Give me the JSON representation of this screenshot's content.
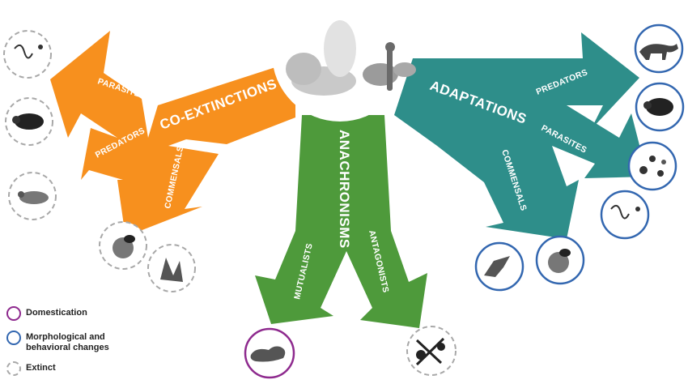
{
  "colors": {
    "orange": "#F7901E",
    "green": "#4E9A3B",
    "teal": "#2E8E8A",
    "domestication": "#8E2A8E",
    "morphological": "#3367B0",
    "extinct": "#A8A8A8"
  },
  "diagram": {
    "left_arrow": {
      "title": "CO-EXTINCTIONS",
      "branches": [
        "PARASITES",
        "PREDATORS",
        "COMMENSALS"
      ]
    },
    "center_arrow": {
      "title": "ANACHRONISMS",
      "branches": [
        "MUTUALISTS",
        "ANTAGONISTS"
      ]
    },
    "right_arrow": {
      "title": "ADAPTATIONS",
      "branches": [
        "PREDATORS",
        "PARASITES",
        "COMMENSALS"
      ]
    },
    "icons": [
      "extinct-worm-parasites-icon",
      "extinct-predator-mammal-icon",
      "extinct-commensal-mammal-icon",
      "extinct-dung-beetle-icon",
      "extinct-vulture-icon",
      "jaguar-icon",
      "predator-mammal-icon",
      "parasites-insects-icon",
      "worm-parasites-icon",
      "bird-of-prey-icon",
      "dung-beetle-icon",
      "squash-icon",
      "ant-thorn-icon",
      "megafauna-humans-illustration"
    ]
  },
  "legend": {
    "items": [
      {
        "label": "Domestication",
        "style": "solid",
        "color": "#8E2A8E"
      },
      {
        "label": "Morphological and behavioral changes",
        "style": "solid",
        "color": "#3367B0"
      },
      {
        "label": "Extinct",
        "style": "dashed",
        "color": "#A8A8A8"
      }
    ]
  }
}
